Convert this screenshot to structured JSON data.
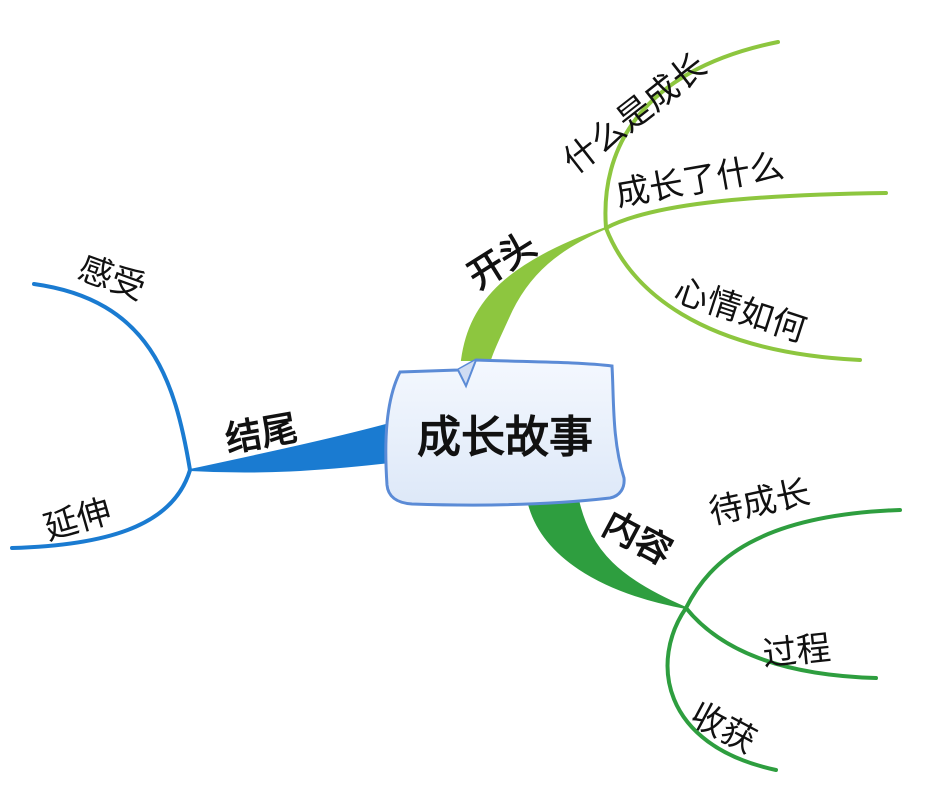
{
  "center": {
    "label": "成长故事"
  },
  "branches": {
    "opening": {
      "label": "开头",
      "color": "#8dc63f",
      "children": [
        "什么是成长",
        "成长了什么",
        "心情如何"
      ]
    },
    "content": {
      "label": "内容",
      "color": "#2e9e3f",
      "children": [
        "待成长",
        "过程",
        "收获"
      ]
    },
    "ending": {
      "label": "结尾",
      "color": "#1a7bd1",
      "children": [
        "感受",
        "延伸"
      ]
    }
  },
  "colors": {
    "background": "#ffffff",
    "center_fill": "#e8f0fb",
    "center_stroke": "#5b8bd6"
  }
}
